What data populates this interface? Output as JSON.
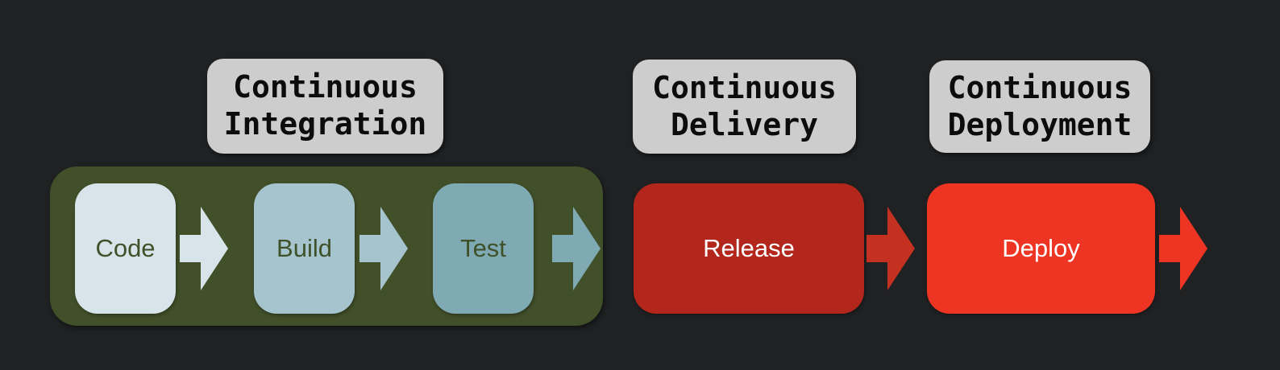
{
  "canvas": {
    "background": "#1f2123"
  },
  "labels": {
    "bg": "#cdcdcd",
    "text_color": "#0c0c0c",
    "items": [
      {
        "id": "continuous-integration",
        "text": "Continuous\nIntegration"
      },
      {
        "id": "continuous-delivery",
        "text": "Continuous\nDelivery"
      },
      {
        "id": "continuous-deployment",
        "text": "Continuous\nDeployment"
      }
    ]
  },
  "ci_group": {
    "container_color": "#42502a"
  },
  "stages": [
    {
      "id": "code",
      "label": "Code",
      "box_color": "#d7e4ea",
      "text_color": "#3f5129",
      "arrow_color": "#d7e4ea"
    },
    {
      "id": "build",
      "label": "Build",
      "box_color": "#a6c4ce",
      "text_color": "#3f5129",
      "arrow_color": "#a6c4ce"
    },
    {
      "id": "test",
      "label": "Test",
      "box_color": "#7fa9b3",
      "text_color": "#3f5129",
      "arrow_color": "#7fa9b3"
    },
    {
      "id": "release",
      "label": "Release",
      "box_color": "#b2261b",
      "text_color": "#ffffff",
      "arrow_color": "#c43120"
    },
    {
      "id": "deploy",
      "label": "Deploy",
      "box_color": "#ee3524",
      "text_color": "#ffffff",
      "arrow_color": "#ee3524"
    }
  ]
}
